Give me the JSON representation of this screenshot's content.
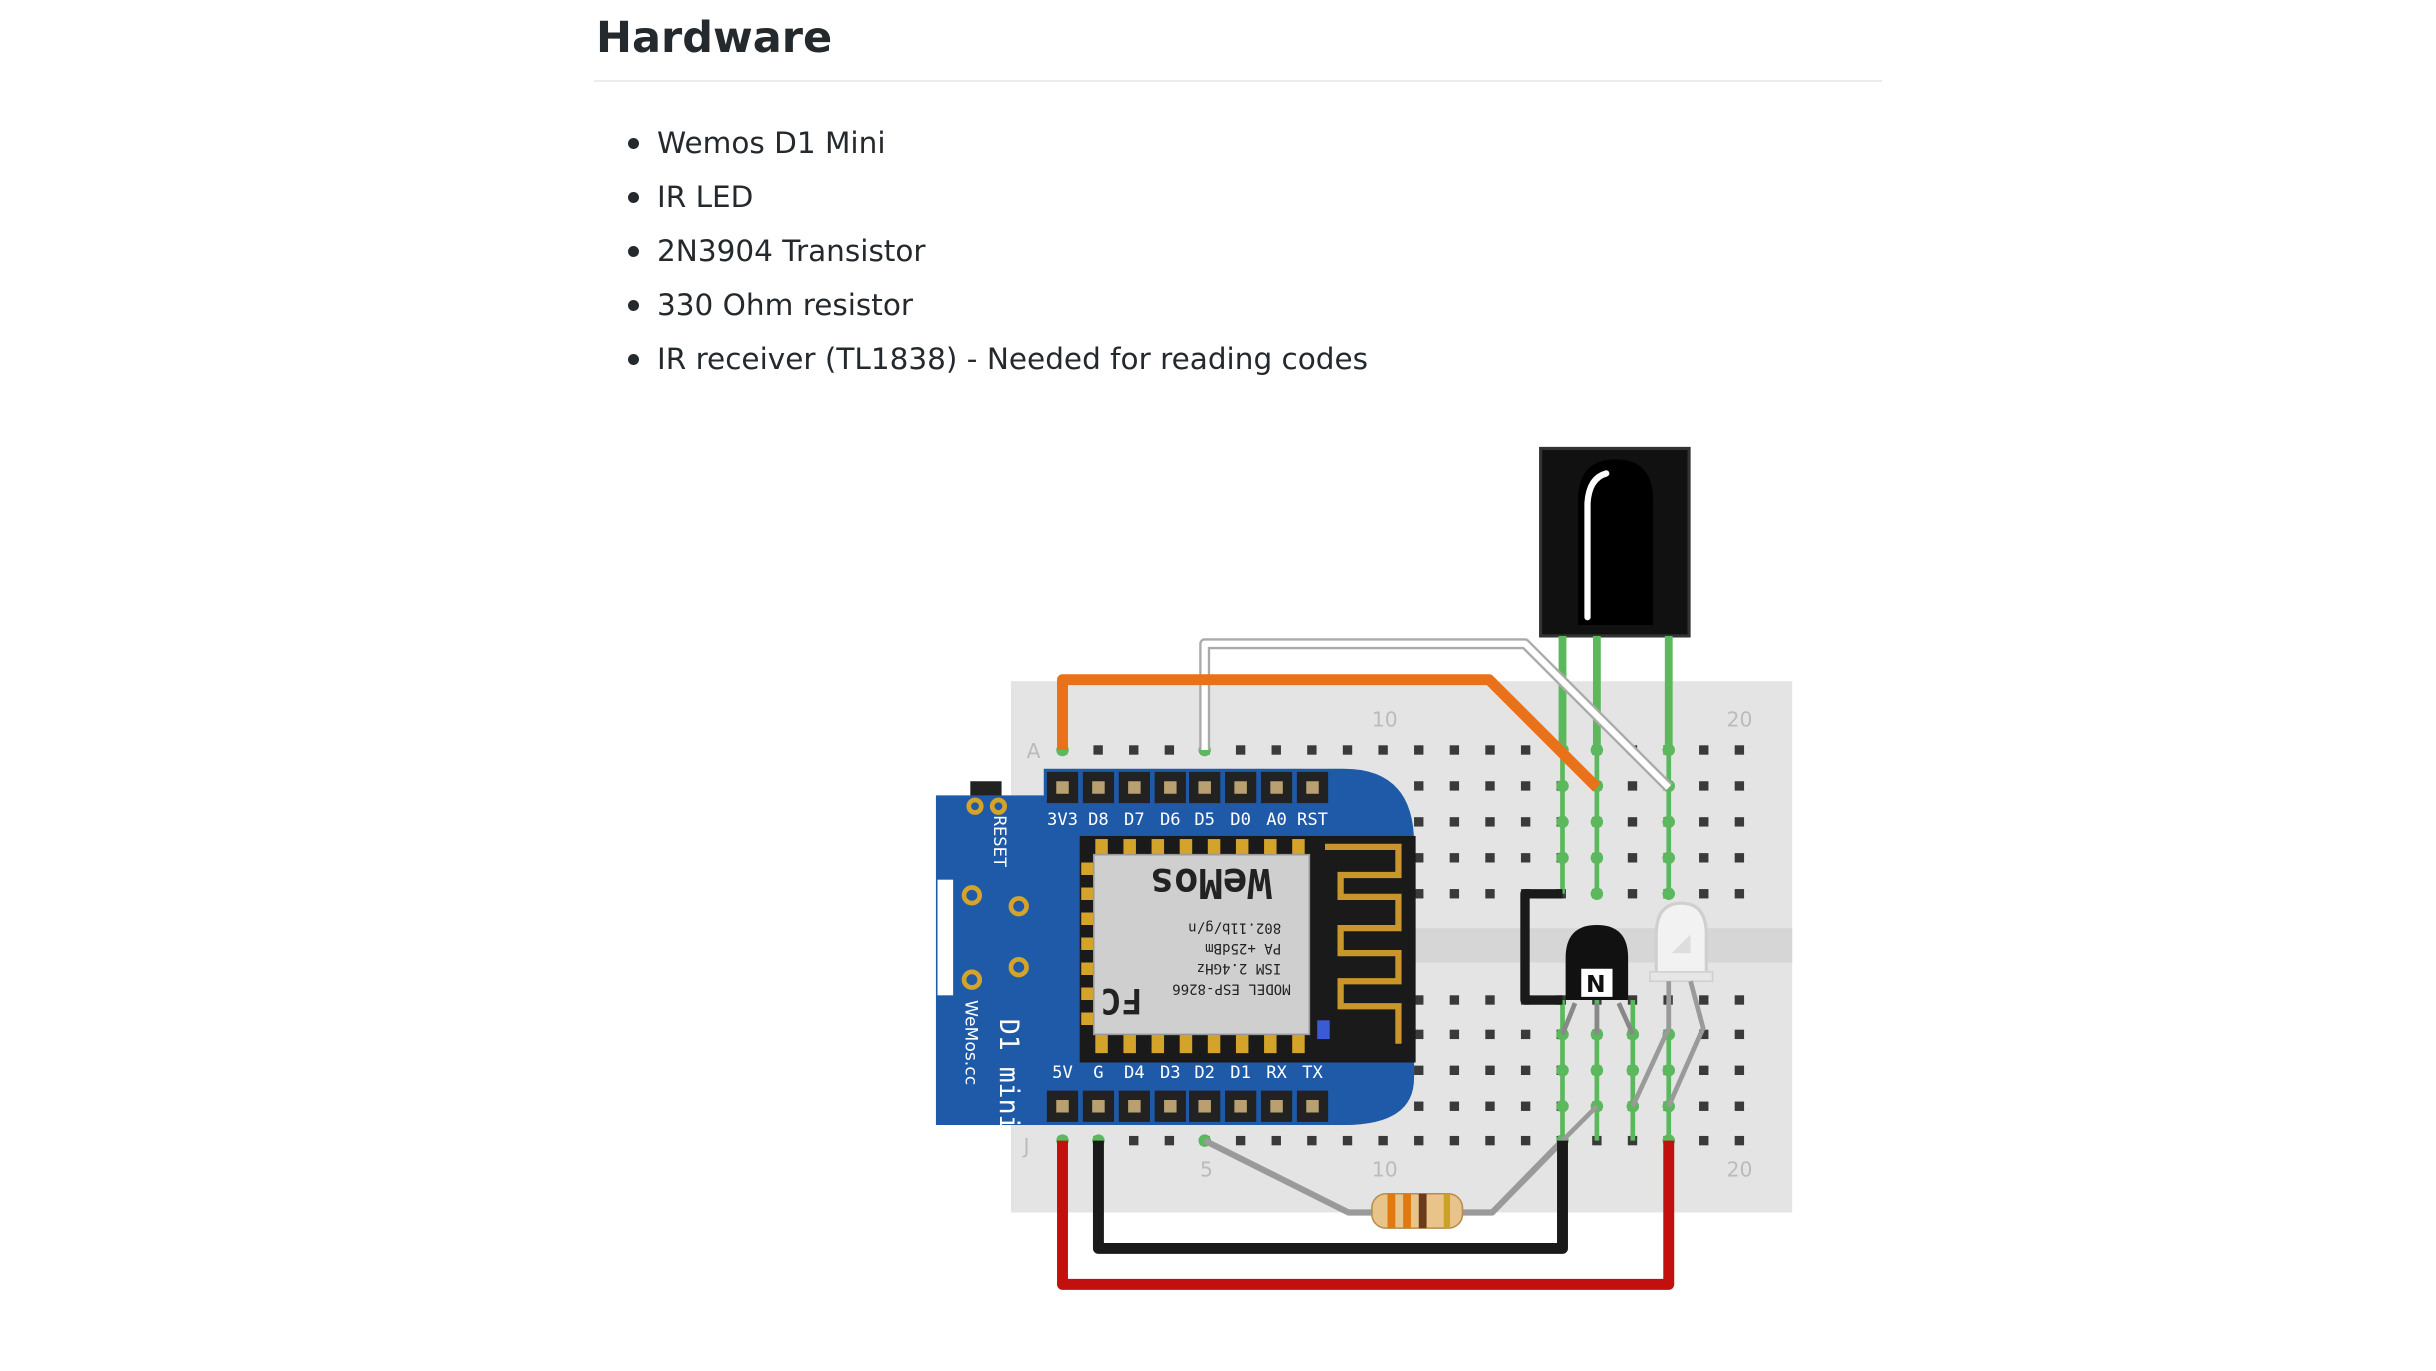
{
  "heading": "Hardware",
  "items": [
    {
      "label": "Wemos D1 Mini"
    },
    {
      "label": "IR LED"
    },
    {
      "label": "2N3904 Transistor"
    },
    {
      "label": "330 Ohm resistor"
    },
    {
      "label": "IR receiver (TL1838) - Needed for reading codes"
    }
  ],
  "diagram": {
    "breadboard": {
      "row_labels": {
        "top": "A",
        "bottom": "J"
      },
      "column_labels": [
        "5",
        "10",
        "20"
      ]
    },
    "board": {
      "top_pins": [
        "3V3",
        "D8",
        "D7",
        "D6",
        "D5",
        "D0",
        "A0",
        "RST"
      ],
      "bottom_pins": [
        "5V",
        "G",
        "D4",
        "D3",
        "D2",
        "D1",
        "RX",
        "TX"
      ],
      "reset_label": "RESET",
      "name": "D1 mini",
      "site": "WeMos.cc",
      "module_lines": [
        "802.11b/g/n",
        "PA +25dBm",
        "ISM 2.4GHz",
        "MODEL ESP-8266"
      ],
      "brand": "WeMos",
      "fcc": "FC"
    },
    "transistor_mark": "N",
    "colors": {
      "breadboard": "#e4e4e4",
      "board": "#1f5aa8",
      "wire_orange": "#e8711a",
      "wire_red": "#c2100f",
      "wire_black": "#1a1a1a",
      "wire_gray": "#9a9a9a",
      "lead_green": "#5cb85c",
      "resistor_body": "#e8c48a"
    }
  }
}
